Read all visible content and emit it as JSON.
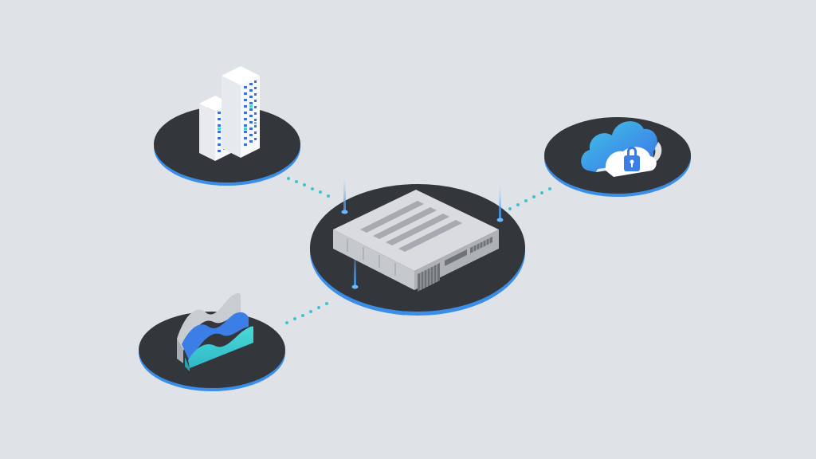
{
  "scene": {
    "background": "#dfe2e7",
    "platform_color": "#33363a",
    "platform_rim_color": "#3b8ee8",
    "connector_color": "#3cc6cf",
    "accent_blue": "#3b7fe6",
    "accent_teal": "#3ad6d6",
    "server_color": "#d7d9dc"
  },
  "nodes": [
    {
      "name": "office-buildings",
      "icon": "buildings-icon"
    },
    {
      "name": "secure-cloud",
      "icon": "cloud-lock-icon"
    },
    {
      "name": "analytics-wave",
      "icon": "wave-chart-icon"
    },
    {
      "name": "central-server",
      "icon": "server-icon"
    }
  ]
}
